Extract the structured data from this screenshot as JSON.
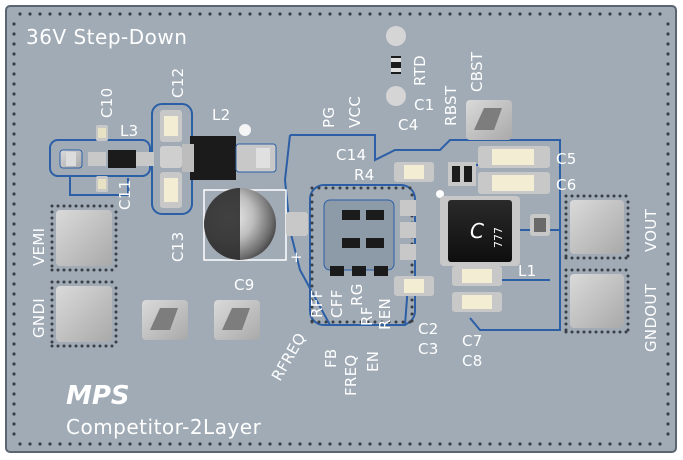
{
  "board": {
    "title": "36V Step-Down",
    "subtitle": "Competitor-2Layer",
    "logo": "MPS",
    "colors": {
      "substrate": "#a0abb6",
      "trace": "#2c5fa6",
      "silkscreen": "#ffffff",
      "pad": "#c8c8c8",
      "ic_body": "#1b1b1b",
      "component_body": "#e8e2c4"
    }
  },
  "labels": {
    "c10": "C10",
    "c11": "C11",
    "l3": "L3",
    "c12": "C12",
    "l2": "L2",
    "c13": "C13",
    "c9": "C9",
    "plus": "+",
    "vemi": "VEMI",
    "gndi": "GNDI",
    "pg": "PG",
    "vcc": "VCC",
    "rtd": "RTD",
    "c1": "C1",
    "rbst": "RBST",
    "cbst": "CBST",
    "c4": "C4",
    "c14": "C14",
    "r4": "R4",
    "c5": "C5",
    "c6": "C6",
    "ic_mark": "C",
    "ic_code": "777",
    "l1": "L1",
    "vout": "VOUT",
    "gndout": "GNDOUT",
    "rff": "RFF",
    "cff": "CFF",
    "rg": "RG",
    "rf": "RF",
    "ren": "REN",
    "rfreq": "RFREQ",
    "fb": "FB",
    "freq": "FREQ",
    "en": "EN",
    "c2": "C2",
    "c3": "C3",
    "c7": "C7",
    "c8": "C8"
  }
}
